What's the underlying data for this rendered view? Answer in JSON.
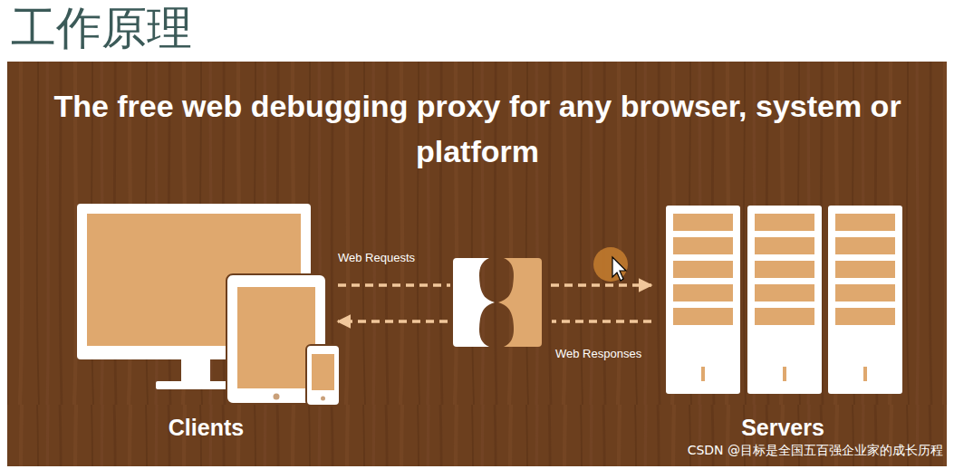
{
  "diagram": {
    "title": "工作原理",
    "nodes": [
      {
        "text": [
          "Clients"
        ]
      },
      {
        "text": [
          "Servers"
        ]
      }
    ],
    "edges": [
      {
        "from": 0,
        "to": 1,
        "arrow": "to",
        "label": "Web Requests"
      },
      {
        "from": 1,
        "to": 0,
        "arrow": "to",
        "label": "Web Responses"
      }
    ],
    "labels": [
      "The free web debugging proxy for any browser, system or platform",
      "CSDN @目标是全国五百强企业家的成长历程"
    ]
  }
}
